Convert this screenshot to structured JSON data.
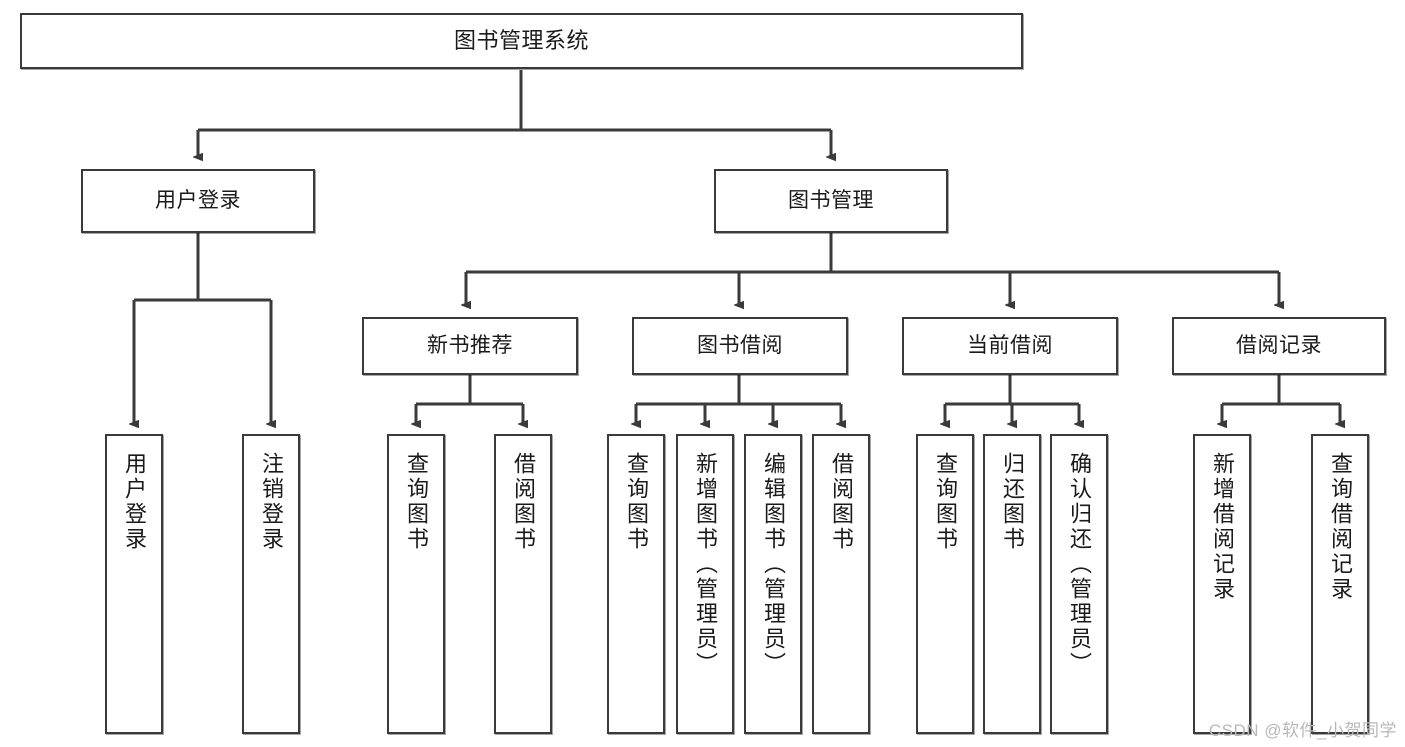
{
  "diagram": {
    "title": "图书管理系统",
    "type": "tree-hierarchy-diagram",
    "watermark": "CSDN @软件_小贺同学",
    "colors": {
      "box_border": "#3a3a3a",
      "box_fill": "#ffffff",
      "edge": "#3a3a3a",
      "text": "#1a1a1a",
      "watermark": "#b8b8b8"
    },
    "levels": {
      "root": {
        "label": "图书管理系统"
      },
      "level2": [
        {
          "label": "用户登录"
        },
        {
          "label": "图书管理"
        }
      ],
      "level3": [
        {
          "label": "新书推荐"
        },
        {
          "label": "图书借阅"
        },
        {
          "label": "当前借阅"
        },
        {
          "label": "借阅记录"
        }
      ],
      "leaves": {
        "user_login": [
          {
            "label": "用户登录"
          },
          {
            "label": "注销登录"
          }
        ],
        "new_book_recommend": [
          {
            "label": "查询图书"
          },
          {
            "label": "借阅图书"
          }
        ],
        "book_borrow": [
          {
            "label": "查询图书"
          },
          {
            "label": "新增图书（管理员）"
          },
          {
            "label": "编辑图书（管理员）"
          },
          {
            "label": "借阅图书"
          }
        ],
        "current_borrow": [
          {
            "label": "查询图书"
          },
          {
            "label": "归还图书"
          },
          {
            "label": "确认归还（管理员）"
          }
        ],
        "borrow_record": [
          {
            "label": "新增借阅记录"
          },
          {
            "label": "查询借阅记录"
          }
        ]
      }
    }
  }
}
